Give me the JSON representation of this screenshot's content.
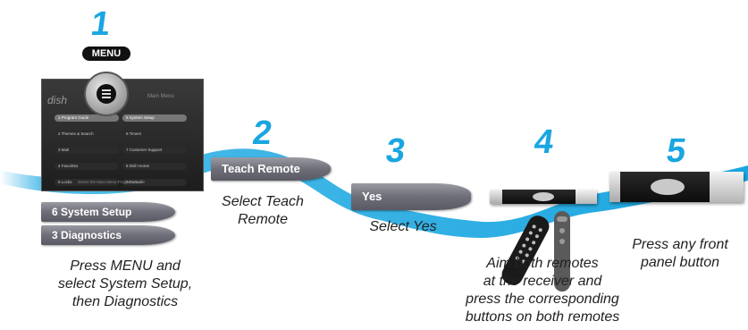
{
  "steps": [
    {
      "number": "1",
      "caption": "Press MENU and\nselect System Setup,\nthen Diagnostics"
    },
    {
      "number": "2",
      "caption": "Select Teach\nRemote"
    },
    {
      "number": "3",
      "caption": "Select Yes"
    },
    {
      "number": "4",
      "caption": "Aim both remotes\nat the receiver and\npress the corresponding\nbuttons on both remotes"
    },
    {
      "number": "5",
      "caption": "Press any front\npanel button"
    }
  ],
  "menu_key_label": "MENU",
  "tv_menu": {
    "logo": "dish",
    "title": "Main Menu",
    "items": [
      "1 Program Guide",
      "5 System Setup",
      "2 Themes & Search",
      "6 Timers",
      "3 Mail",
      "7 Customer Support",
      "4 Favorites",
      "8 Dish Home",
      "5 Locks",
      "9 Cancel"
    ],
    "footer": "Select the Main Menu Program Guide"
  },
  "options": {
    "system_setup": "6  System Setup",
    "diagnostics": "3  Diagnostics",
    "teach_remote": "Teach Remote",
    "yes": "Yes"
  },
  "colors": {
    "accent": "#1aa6e0",
    "wave": "#3bb4e6"
  }
}
